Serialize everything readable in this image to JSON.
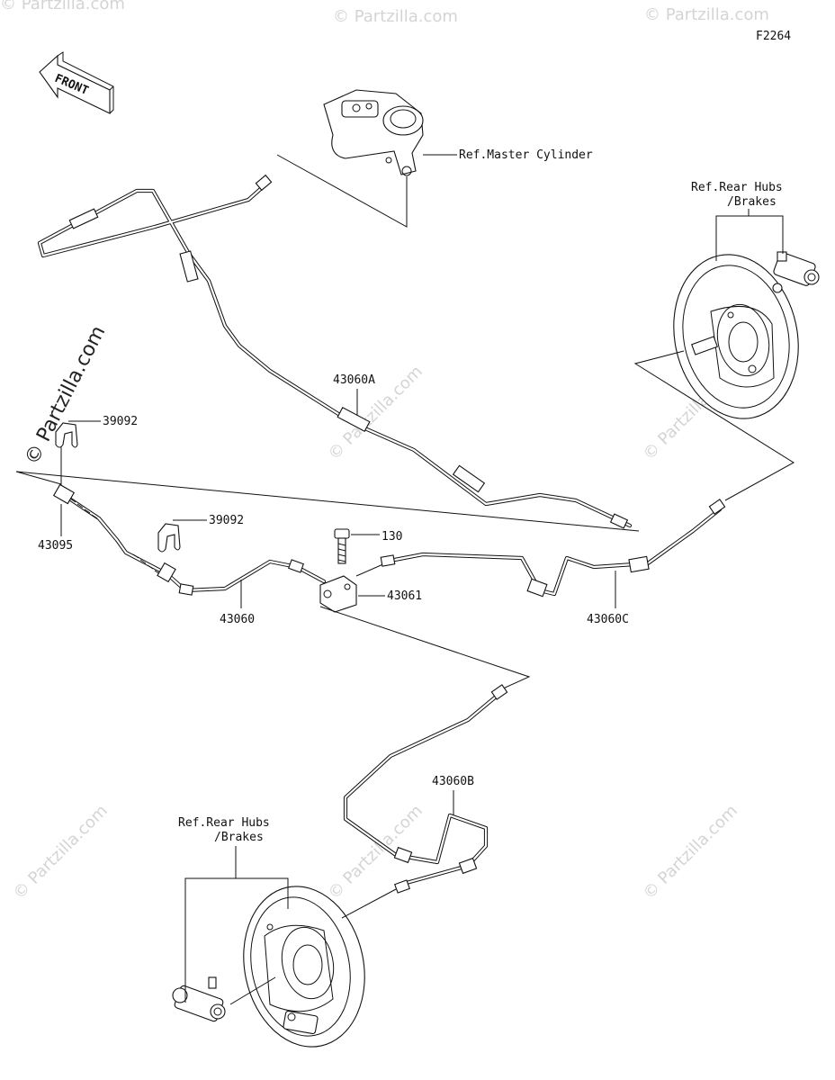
{
  "figure_code": "F2264",
  "front_arrow_label": "FRONT",
  "watermark": "© Partzilla.com",
  "labels": {
    "master_cylinder_ref": "Ref.Master Cylinder",
    "rear_hubs_ref_right_line1": "Ref.Rear Hubs",
    "rear_hubs_ref_right_line2": "/Brakes",
    "rear_hubs_ref_left_line1": "Ref.Rear Hubs",
    "rear_hubs_ref_left_line2": "/Brakes",
    "part_43060A": "43060A",
    "part_39092_top": "39092",
    "part_39092_mid": "39092",
    "part_43095": "43095",
    "part_130": "130",
    "part_43061": "43061",
    "part_43060": "43060",
    "part_43060C": "43060C",
    "part_43060B": "43060B"
  }
}
